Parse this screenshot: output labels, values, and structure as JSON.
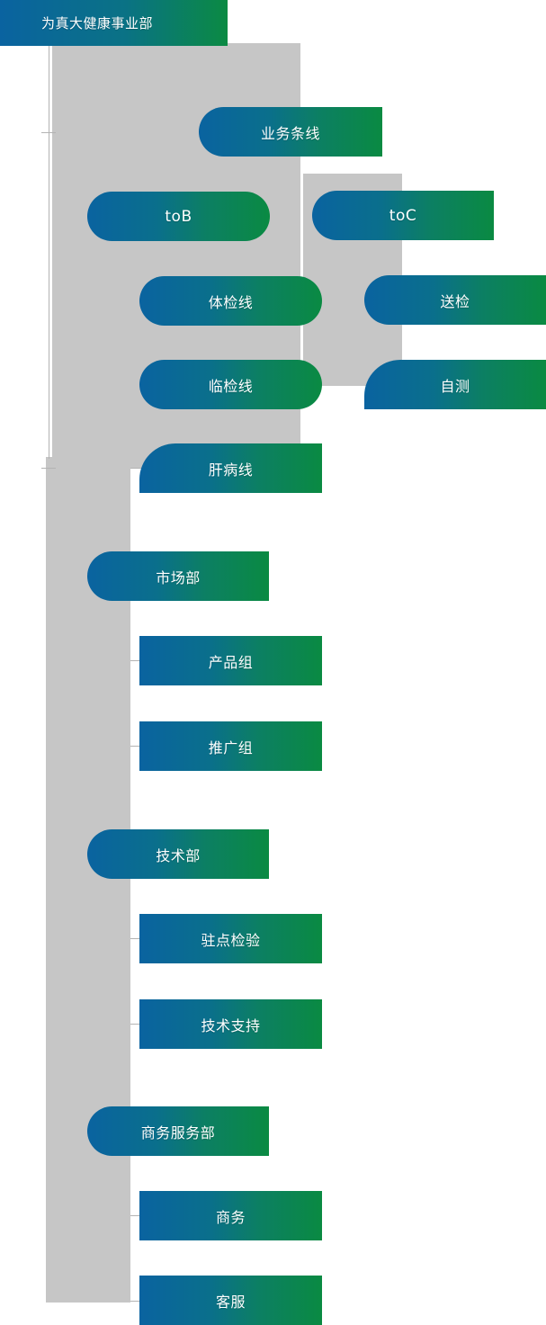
{
  "header": {
    "title": "为真大健康事业部"
  },
  "theme": {
    "gradient_start": "#0a63a0",
    "gradient_end": "#0a8a42",
    "band_color": "#c6c6c6",
    "connector_color": "#b3b3b3",
    "text_color": "#ffffff",
    "page_background": "#ffffff"
  },
  "nodes": {
    "business_line": "业务条线",
    "tob": "toB",
    "toc": "toC",
    "checkup_line": "体检线",
    "send_test": "送检",
    "clinical_line": "临检线",
    "self_test": "自测",
    "liver_line": "肝病线",
    "marketing_dept": "市场部",
    "product_group": "产品组",
    "promotion_group": "推广组",
    "technology_dept": "技术部",
    "onsite_inspection": "驻点检验",
    "technical_support": "技术支持",
    "business_service_dept": "商务服务部",
    "business": "商务",
    "customer_service": "客服"
  }
}
